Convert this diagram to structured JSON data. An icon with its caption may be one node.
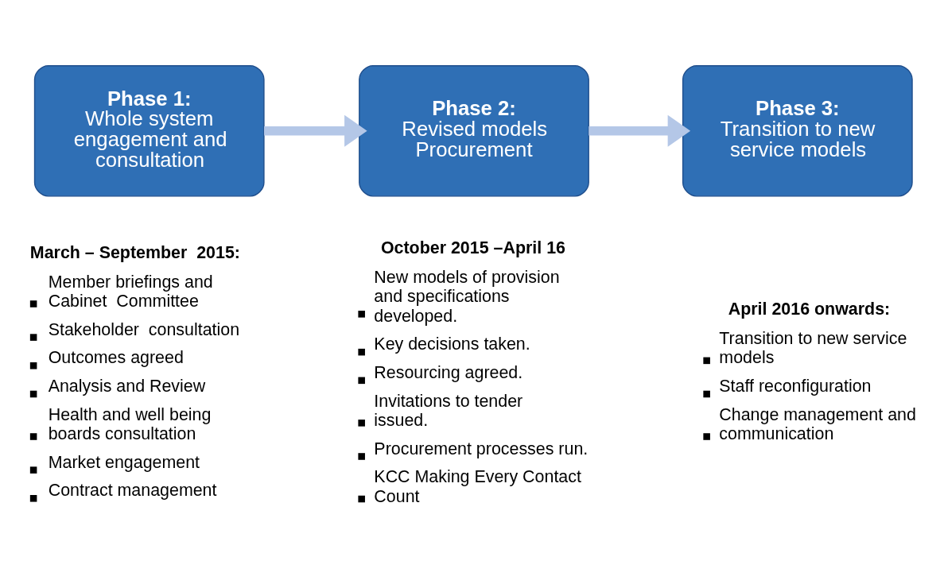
{
  "diagram": {
    "nodes": [
      {
        "text": [
          "Phase 1:",
          "Whole system engagement and consultation"
        ],
        "beside": [
          "March – September  2015:",
          "Member briefings and Cabinet  Committee",
          "Stakeholder  consultation",
          "Outcomes agreed",
          "Analysis and Review",
          "Health and well being boards consultation",
          "Market engagement",
          "Contract management"
        ]
      },
      {
        "text": [
          "Phase 2:",
          "Revised models Procurement"
        ],
        "beside": [
          "October 2015 –April 16",
          "New models of provision and specifications developed.",
          "Key decisions taken.",
          "Resourcing agreed.",
          "Invitations to tender issued.",
          "Procurement processes run.",
          "KCC Making Every Contact Count"
        ]
      },
      {
        "text": [
          "Phase 3:",
          "Transition to new service models"
        ],
        "beside": [
          "April 2016 onwards:",
          "Transition to new service models",
          "Staff reconfiguration",
          "Change management and communication"
        ]
      }
    ],
    "edges": [
      {
        "from": 0,
        "to": 1,
        "arrow": "to"
      },
      {
        "from": 1,
        "to": 2,
        "arrow": "to"
      }
    ]
  }
}
